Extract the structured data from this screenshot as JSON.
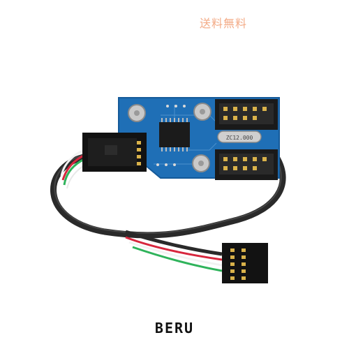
{
  "badge": {
    "text": "送料無料"
  },
  "board": {
    "chip_label": "ZC12.000"
  },
  "brand": {
    "text": "BERU"
  },
  "colors": {
    "pcb": "#1f6fb6",
    "pcb_dark": "#155a99",
    "connector": "#1a1a1a",
    "cable": "#2a2a2a",
    "wire_red": "#d7263d",
    "wire_green": "#2fb35b",
    "wire_white": "#f2f2f2",
    "badge": "#f2a27a"
  }
}
